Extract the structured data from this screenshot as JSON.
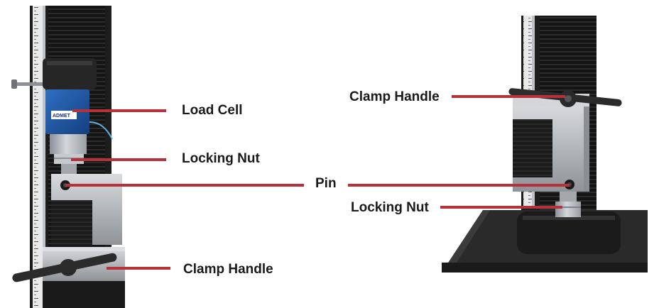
{
  "labels": {
    "load_cell": "Load Cell",
    "locking_nut_left": "Locking Nut",
    "pin": "Pin",
    "clamp_handle_left": "Clamp Handle",
    "clamp_handle_right": "Clamp Handle",
    "locking_nut_right": "Locking Nut"
  },
  "logo": "ADMET",
  "colors": {
    "leader": "#b5323a",
    "label_text": "#1a1a1a",
    "load_cell_body": "#1f5aa8",
    "machine_column": "#1b1b1b",
    "grip_metal": "#b9bcc1"
  }
}
